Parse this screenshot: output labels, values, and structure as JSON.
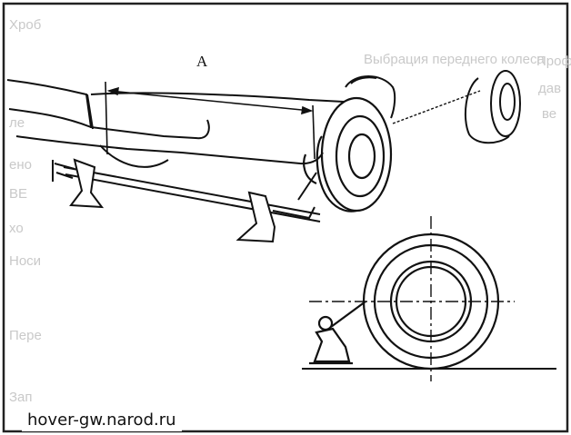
{
  "diagram": {
    "dimension_label": "A",
    "ghost_text": {
      "header_fragment": "Выбрация переднего колеса",
      "left_column": [
        "Хроб",
        "ле",
        "ено",
        "ВЕ",
        "хо",
        "Носи",
        "Пере",
        "Зап"
      ],
      "right_column": [
        "Проф",
        "дав",
        "ве"
      ]
    }
  },
  "watermark": {
    "text": "hover-gw.narod.ru"
  },
  "colors": {
    "line": "#111111",
    "ghost_text": "#c9c9c9",
    "background": "#ffffff"
  }
}
